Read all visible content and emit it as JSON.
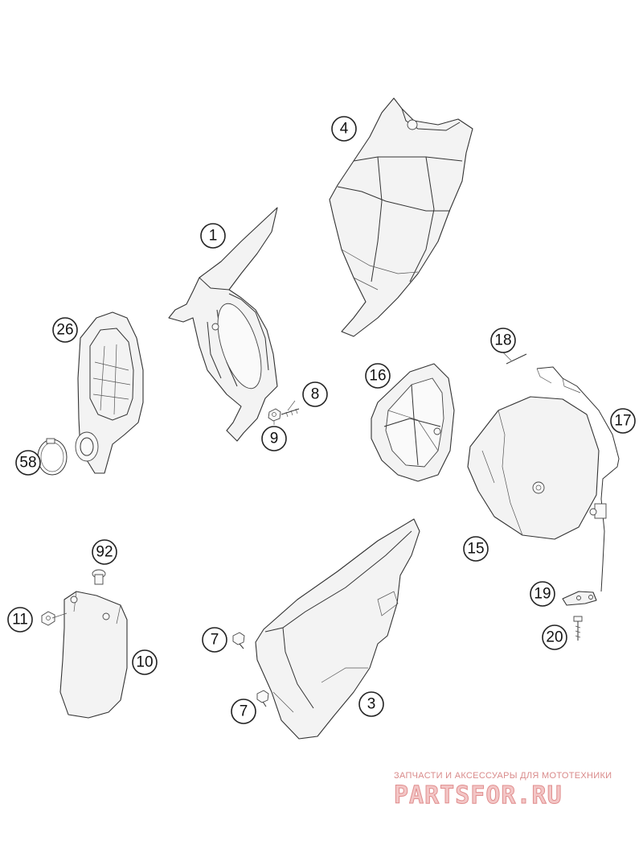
{
  "callouts": [
    {
      "id": "1",
      "label": "1"
    },
    {
      "id": "3",
      "label": "3"
    },
    {
      "id": "4",
      "label": "4"
    },
    {
      "id": "7a",
      "label": "7"
    },
    {
      "id": "7b",
      "label": "7"
    },
    {
      "id": "8",
      "label": "8"
    },
    {
      "id": "9",
      "label": "9"
    },
    {
      "id": "10",
      "label": "10"
    },
    {
      "id": "11",
      "label": "11"
    },
    {
      "id": "15",
      "label": "15"
    },
    {
      "id": "16",
      "label": "16"
    },
    {
      "id": "17",
      "label": "17"
    },
    {
      "id": "18",
      "label": "18"
    },
    {
      "id": "19",
      "label": "19"
    },
    {
      "id": "20",
      "label": "20"
    },
    {
      "id": "26",
      "label": "26"
    },
    {
      "id": "58",
      "label": "58"
    },
    {
      "id": "92",
      "label": "92"
    }
  ],
  "watermark": {
    "subtitle": "ЗАПЧАСТИ И АКСЕССУАРЫ ДЛЯ МОТОТЕХНИКИ",
    "brand": "PARTSFOR.RU",
    "color": "#e08e8e"
  }
}
